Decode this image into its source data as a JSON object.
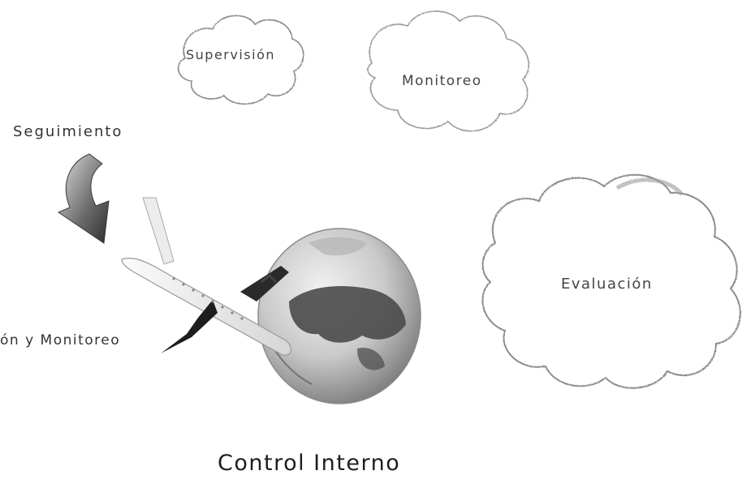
{
  "clouds": {
    "supervision": "Supervisión",
    "monitoreo": "Monitoreo",
    "evaluacion": "Evaluación"
  },
  "labels": {
    "seguimiento": "Seguimiento",
    "supervision_monitoreo": "ón y Monitoreo"
  },
  "title": "Control Interno"
}
